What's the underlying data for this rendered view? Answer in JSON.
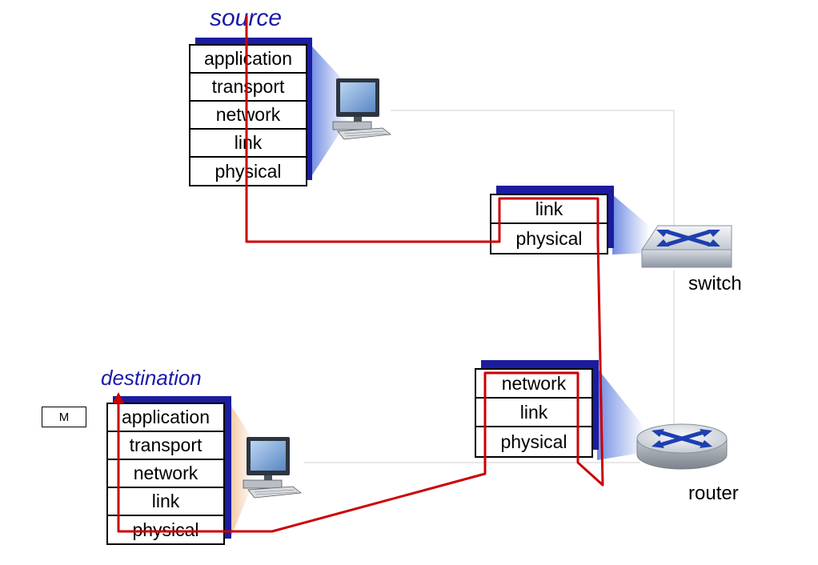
{
  "labels": {
    "source": "source",
    "destination": "destination",
    "switch": "switch",
    "router": "router",
    "message": "M"
  },
  "stacks": {
    "source": [
      "application",
      "transport",
      "network",
      "link",
      "physical"
    ],
    "switch": [
      "link",
      "physical"
    ],
    "router": [
      "network",
      "link",
      "physical"
    ],
    "destination": [
      "application",
      "transport",
      "network",
      "link",
      "physical"
    ]
  },
  "icons": {
    "source_host": "desktop-computer-icon",
    "destination_host": "desktop-computer-icon",
    "switch": "network-switch-icon",
    "router": "router-icon"
  },
  "colors": {
    "path": "#cc0000",
    "stack_shadow": "#1c1ca0",
    "title_text": "#1a1aa8",
    "wire": "#cccccc"
  }
}
